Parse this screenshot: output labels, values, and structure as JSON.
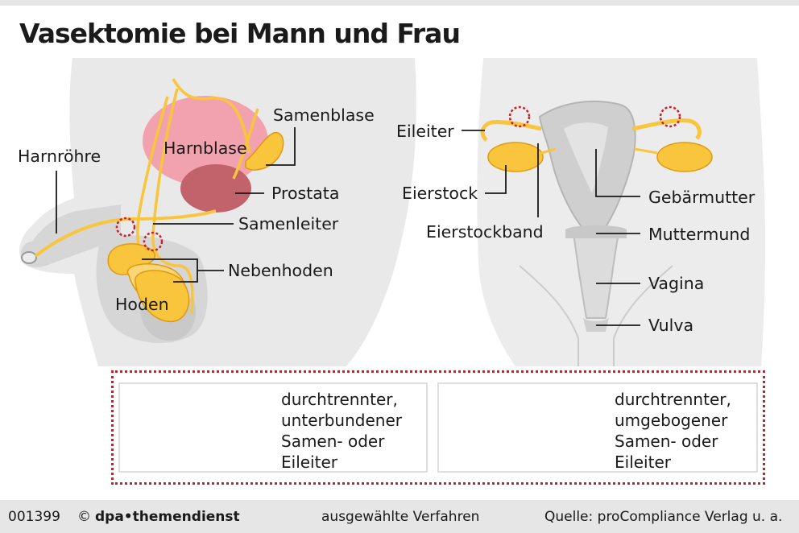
{
  "title": "Vasektomie bei Mann und Frau",
  "male_labels": {
    "harnroehre": "Harnröhre",
    "harnblase": "Harnblase",
    "samenblase": "Samenblase",
    "prostata": "Prostata",
    "samenleiter": "Samenleiter",
    "nebenhoden": "Nebenhoden",
    "hoden": "Hoden"
  },
  "female_labels": {
    "eileiter": "Eileiter",
    "eierstock": "Eierstock",
    "eierstockband": "Eierstockband",
    "gebaermutter": "Gebärmutter",
    "muttermund": "Muttermund",
    "vagina": "Vagina",
    "vulva": "Vulva"
  },
  "legend": {
    "method_1": [
      "durchtrennter,",
      "unterbundener",
      "Samen- oder",
      "Eileiter"
    ],
    "method_2": [
      "durchtrennter,",
      "umgebogener",
      "Samen- oder",
      "Eileiter"
    ]
  },
  "footer": {
    "id": "001399",
    "copyright": "©",
    "brand": "dpa•themendienst",
    "caption": "ausgewählte Verfahren",
    "source": "Quelle: proCompliance Verlag u. a."
  },
  "colors": {
    "accent_red": "#c8202c",
    "duct_yellow": "#f9c53c",
    "bladder_pink": "#f2a2ae",
    "prostate_red": "#c2626b",
    "body_grey": "#e8e8e8"
  }
}
